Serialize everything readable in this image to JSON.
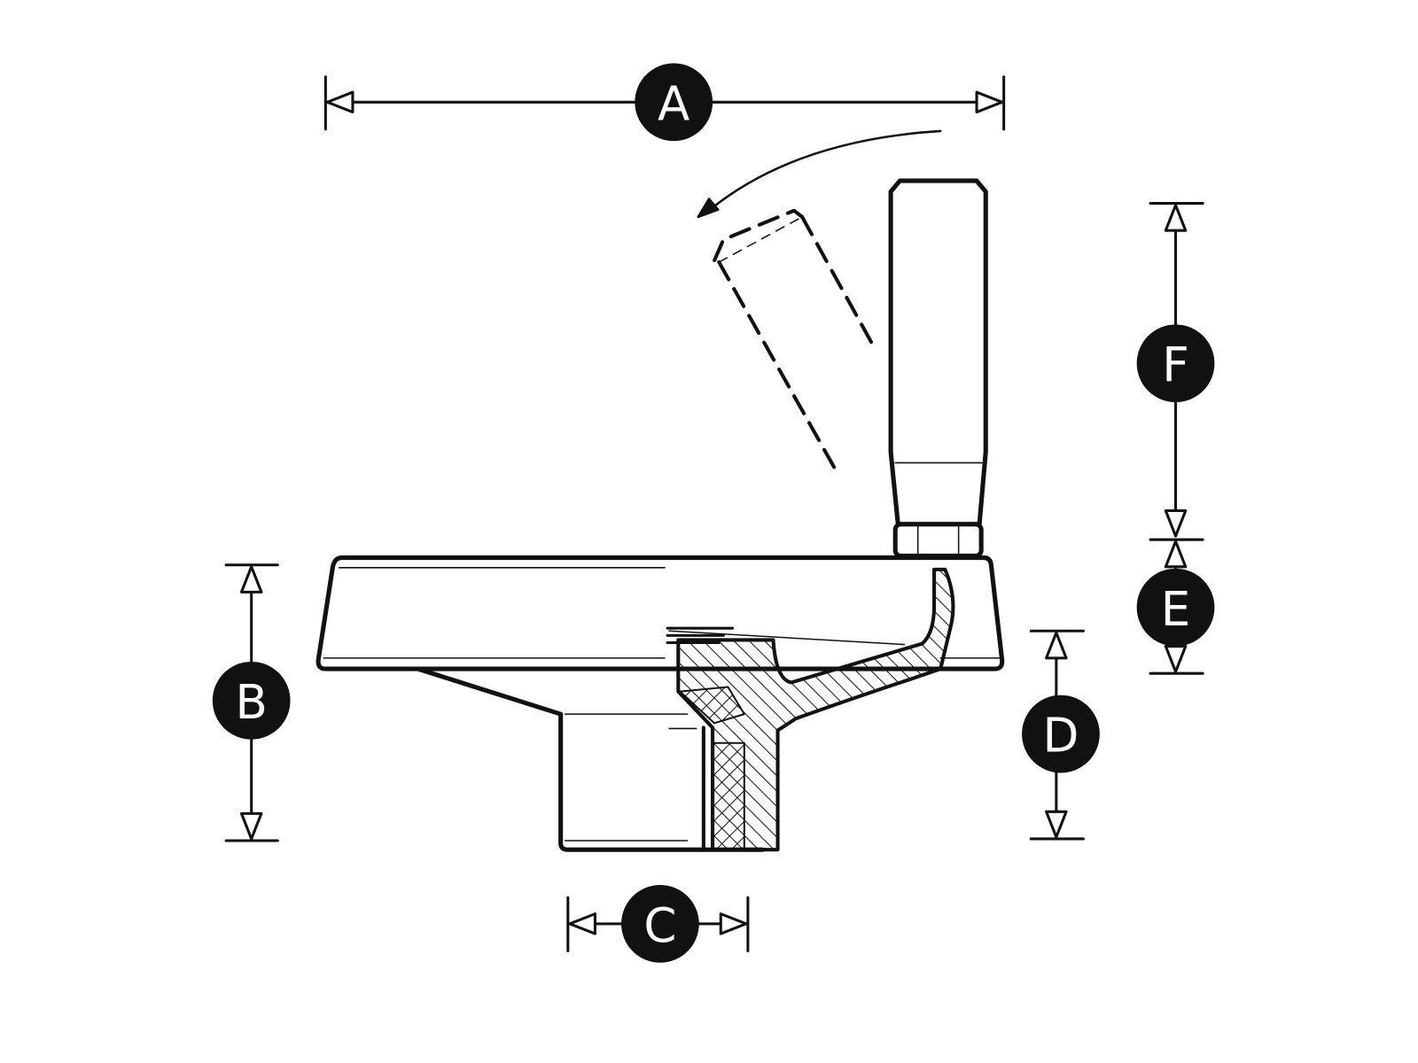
{
  "diagram": {
    "labels": {
      "A": "A",
      "B": "B",
      "C": "C",
      "D": "D",
      "E": "E",
      "F": "F"
    },
    "colors": {
      "line": "#111111",
      "background": "#ffffff"
    }
  }
}
